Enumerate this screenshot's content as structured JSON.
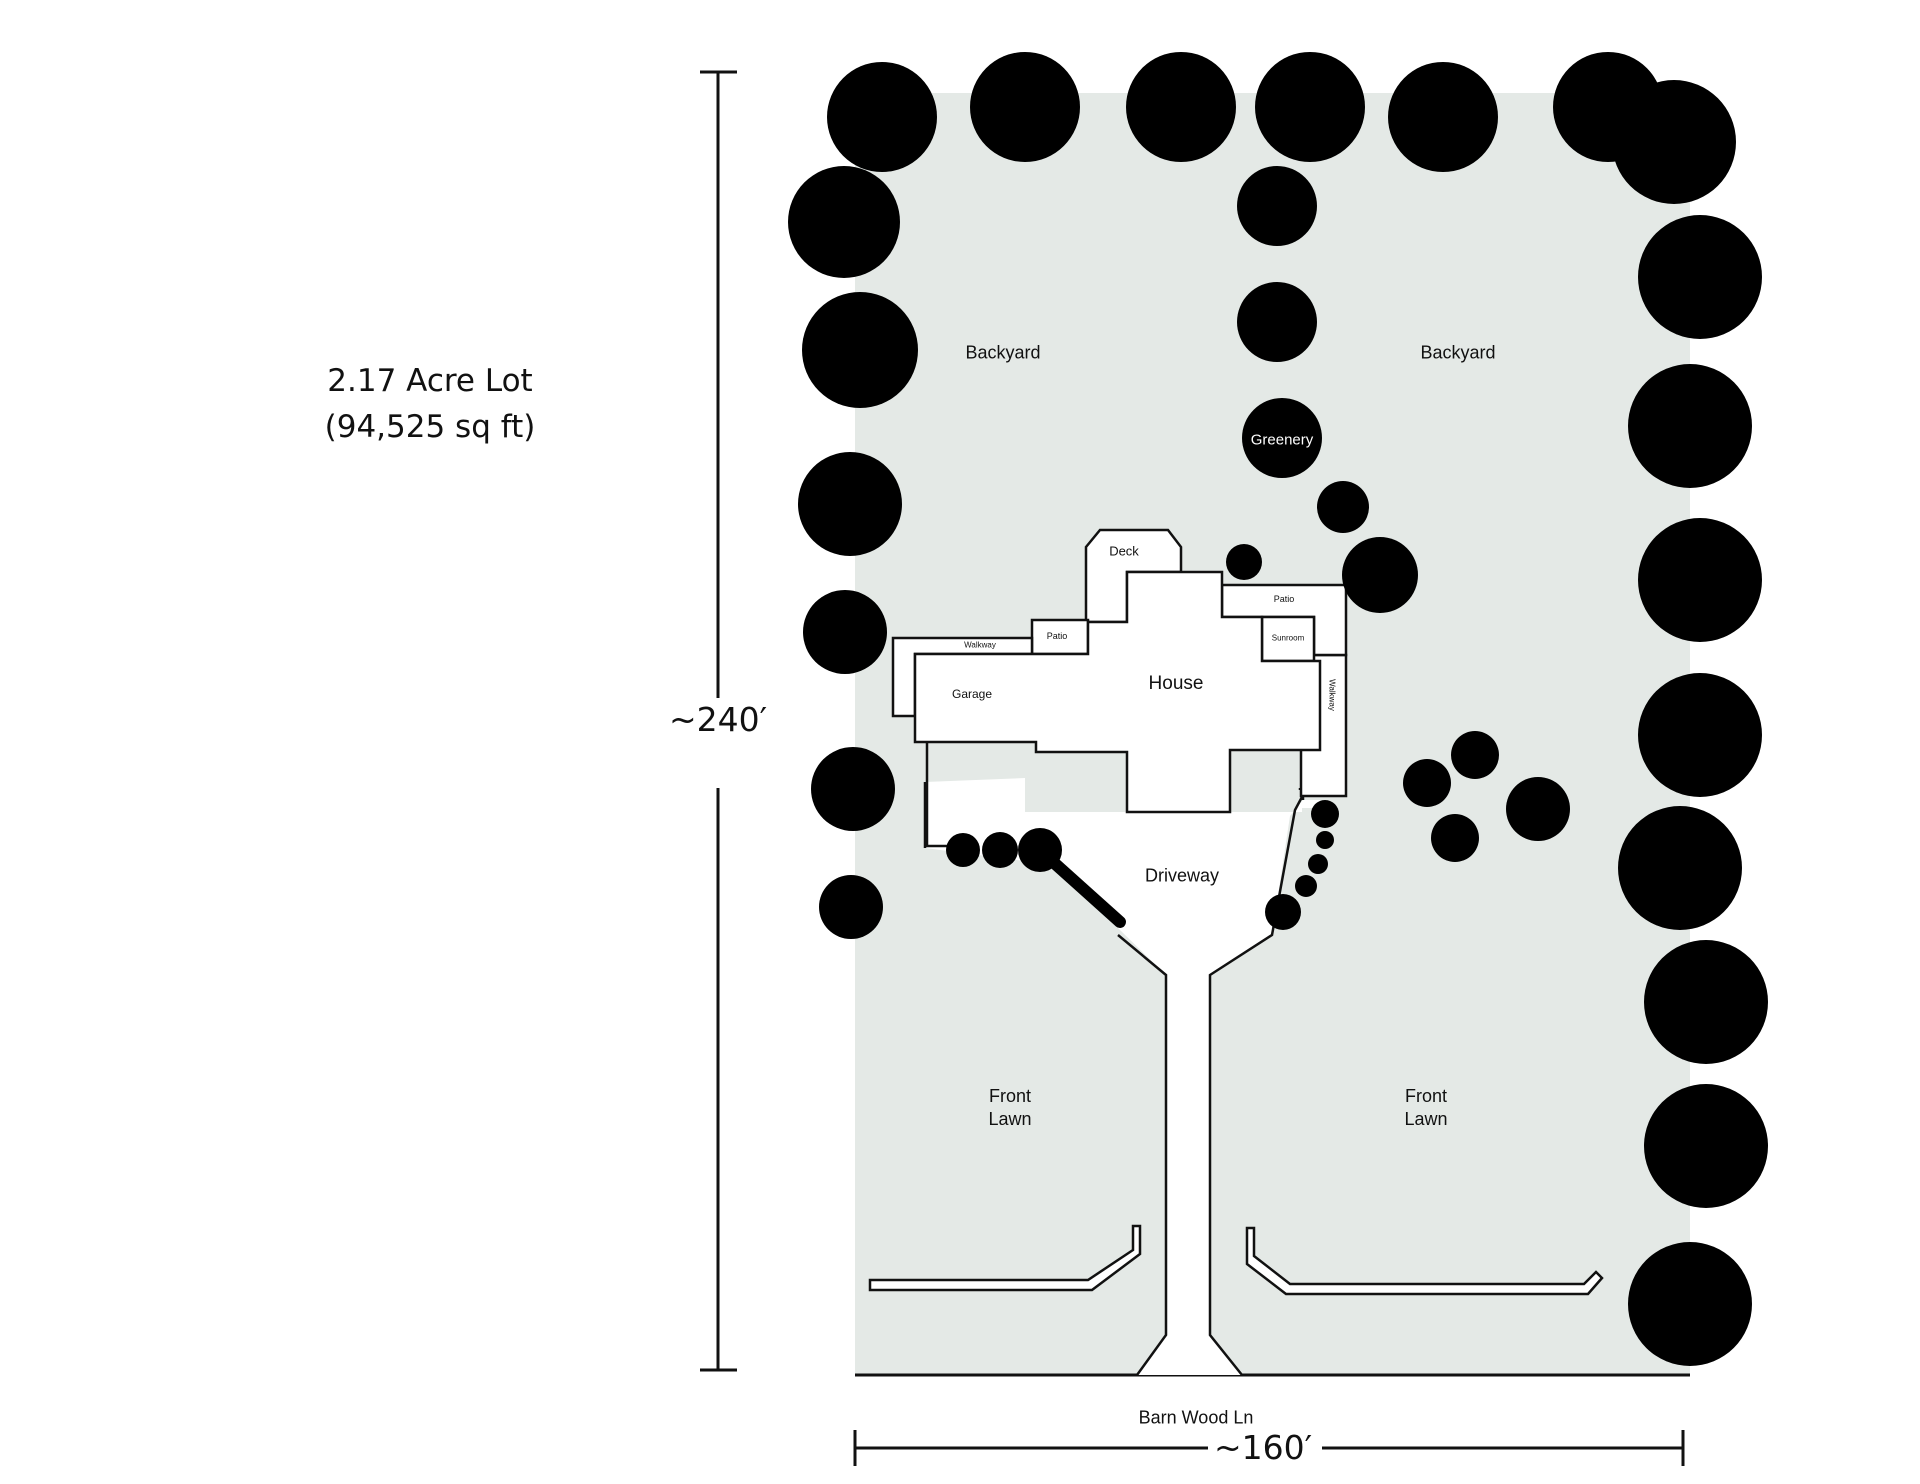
{
  "lot": {
    "title_line1": "2.17 Acre Lot",
    "title_line2": "(94,525 sq ft)",
    "height_dim": "~240′",
    "width_dim": "~160′",
    "street": "Barn Wood Ln"
  },
  "areas": {
    "backyard_left": "Backyard",
    "backyard_right": "Backyard",
    "greenery": "Greenery",
    "deck": "Deck",
    "patio_top": "Patio",
    "patio_left": "Patio",
    "walkway_left": "Walkway",
    "walkway_right": "Walkway",
    "sunroom": "Sunroom",
    "house": "House",
    "garage": "Garage",
    "driveway": "Driveway",
    "front_lawn_left": [
      "Front",
      "Lawn"
    ],
    "front_lawn_right": [
      "Front",
      "Lawn"
    ]
  },
  "colors": {
    "lawn": "#e4e9e6",
    "tree": "#000000",
    "structure": "#ffffff",
    "line": "#111111"
  }
}
